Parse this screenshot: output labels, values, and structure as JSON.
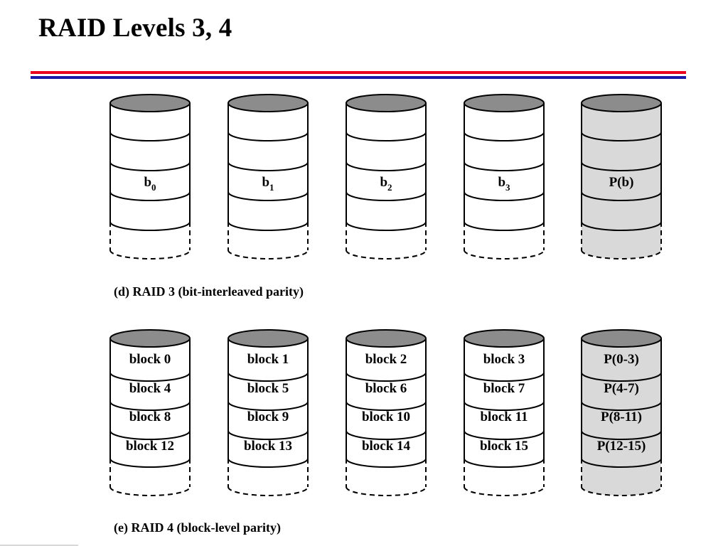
{
  "slide": {
    "title": "RAID Levels 3, 4"
  },
  "colors": {
    "rule_red": "#e8001e",
    "rule_blue": "#1a1aa8",
    "disk_top": "#8c8c8c",
    "parity_fill": "#d9d9d9",
    "data_fill": "#ffffff"
  },
  "raid3": {
    "caption": "(d) RAID 3 (bit-interleaved parity)",
    "disks": [
      {
        "label": "b",
        "sub": "0",
        "parity": false
      },
      {
        "label": "b",
        "sub": "1",
        "parity": false
      },
      {
        "label": "b",
        "sub": "2",
        "parity": false
      },
      {
        "label": "b",
        "sub": "3",
        "parity": false
      },
      {
        "label": "P(b)",
        "sub": "",
        "parity": true
      }
    ]
  },
  "raid4": {
    "caption": "(e) RAID 4 (block-level parity)",
    "disks": [
      {
        "parity": false,
        "blocks": [
          "block 0",
          "block 4",
          "block 8",
          "block 12"
        ]
      },
      {
        "parity": false,
        "blocks": [
          "block 1",
          "block 5",
          "block 9",
          "block 13"
        ]
      },
      {
        "parity": false,
        "blocks": [
          "block 2",
          "block 6",
          "block 10",
          "block 14"
        ]
      },
      {
        "parity": false,
        "blocks": [
          "block 3",
          "block 7",
          "block 11",
          "block 15"
        ]
      },
      {
        "parity": true,
        "blocks": [
          "P(0-3)",
          "P(4-7)",
          "P(8-11)",
          "P(12-15)"
        ]
      }
    ]
  }
}
